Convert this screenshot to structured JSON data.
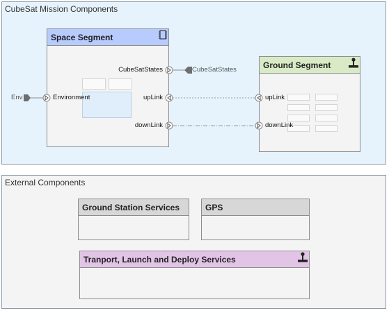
{
  "regions": {
    "mission": {
      "title": "CubeSat Mission Components"
    },
    "external": {
      "title": "External Components"
    }
  },
  "blocks": {
    "space_segment": {
      "title": "Space Segment",
      "icon": "chip-icon",
      "ports": {
        "environment": "Environment",
        "cubesat_states": "CubeSatStates",
        "uplink": "upLink",
        "downlink": "downLink"
      }
    },
    "ground_segment": {
      "title": "Ground Segment",
      "icon": "joystick-icon",
      "ports": {
        "uplink": "upLink",
        "downlink": "downLink"
      }
    },
    "ground_station_services": {
      "title": "Ground Station Services"
    },
    "gps": {
      "title": "GPS"
    },
    "transport_services": {
      "title": "Tranport, Launch and Deploy Services",
      "icon": "joystick-icon"
    }
  },
  "external_ports": {
    "env": "Env",
    "cubesat_states": "CubeSatStates"
  },
  "colors": {
    "mission_bg": "#e6f3fd",
    "space_header": "#b8cbff",
    "ground_header": "#d8ebc6",
    "service_header": "#d7d7d7",
    "transport_header": "#e2c5e6"
  }
}
